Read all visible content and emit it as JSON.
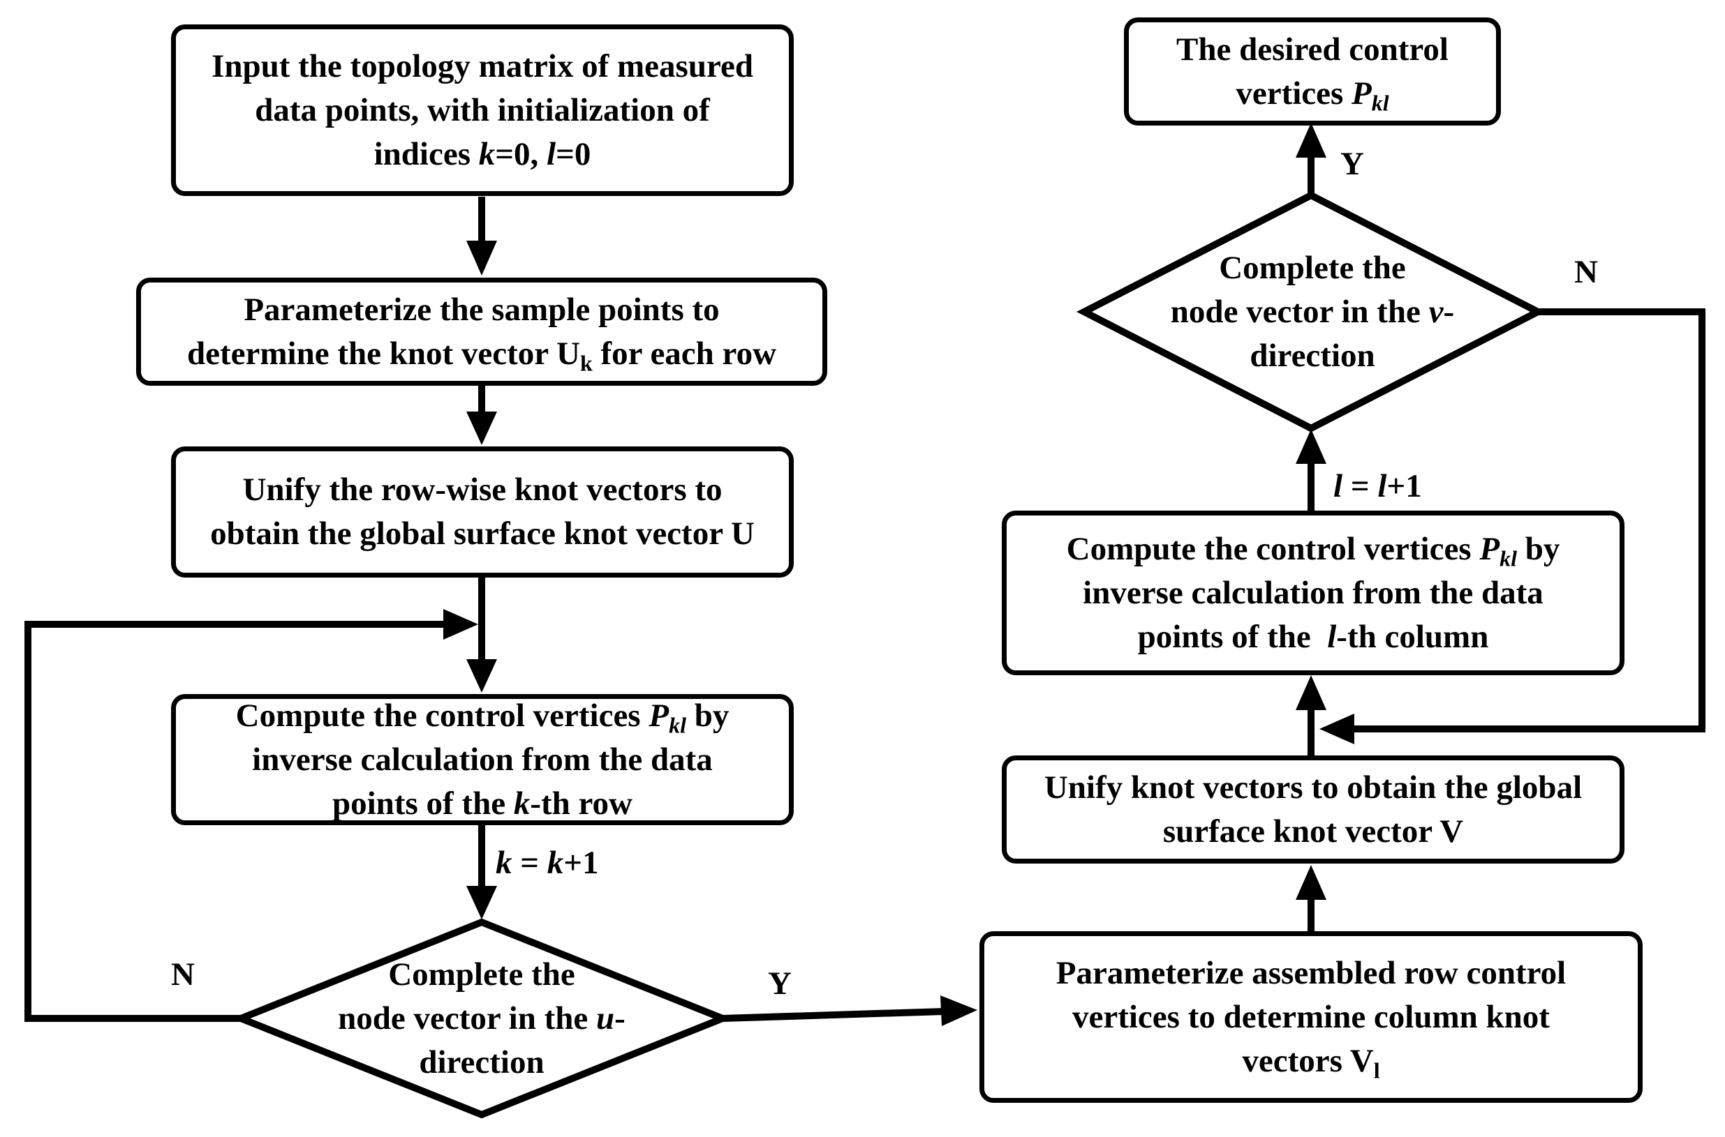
{
  "boxes": {
    "input": {
      "line1": "Input the topology matrix of measured",
      "line2": "data points, with initialization of",
      "line3_pre": "indices ",
      "k": "k",
      "eq1": "=0, ",
      "l": "l",
      "eq2": "=0"
    },
    "param_sample": {
      "line1": "Parameterize the sample points to",
      "line2_pre": "determine the knot vector U",
      "sub": "k",
      "line2_post": " for each row"
    },
    "unify_row": {
      "line1": "Unify the row-wise knot vectors to",
      "line2": "obtain the global surface knot vector U"
    },
    "compute_row": {
      "line1_pre": "Compute the control vertices ",
      "P": "P",
      "sub": "kl",
      "line1_post": " by",
      "line2": "inverse calculation from the data",
      "line3_pre": "points of the ",
      "k": "k",
      "line3_post": "-th row"
    },
    "param_assembled": {
      "line1": "Parameterize assembled row control",
      "line2": "vertices to determine column knot",
      "line3_pre": "vectors V",
      "sub": "l"
    },
    "unify_col": {
      "line1": "Unify knot vectors to obtain the global",
      "line2": "surface knot vector V"
    },
    "compute_col": {
      "line1_pre": "Compute the control vertices ",
      "P": "P",
      "sub": "kl",
      "line1_post": " by",
      "line2": "inverse calculation from the data",
      "line3_pre": "points of the  ",
      "l": "l",
      "line3_post": "-th column"
    },
    "desired": {
      "line1": "The desired control",
      "line2_pre": "vertices ",
      "P": "P",
      "sub": "kl"
    }
  },
  "decisions": {
    "u_direction": {
      "line1": "Complete the",
      "line2_pre": "node vector in the ",
      "var": "u",
      "line2_post": "-",
      "line3": "direction"
    },
    "v_direction": {
      "line1": "Complete the",
      "line2_pre": "node vector in the ",
      "var": "v",
      "line2_post": "-",
      "line3": "direction"
    }
  },
  "labels": {
    "k_increment": {
      "k1": "k",
      "eq": " = ",
      "k2": "k",
      "plus": "+1"
    },
    "l_increment": {
      "l1": "l",
      "eq": " = ",
      "l2": "l",
      "plus": "+1"
    },
    "u_no": "N",
    "u_yes": "Y",
    "v_no": "N",
    "v_yes": "Y"
  },
  "colors": {
    "stroke": "#000000",
    "fill": "#ffffff"
  }
}
